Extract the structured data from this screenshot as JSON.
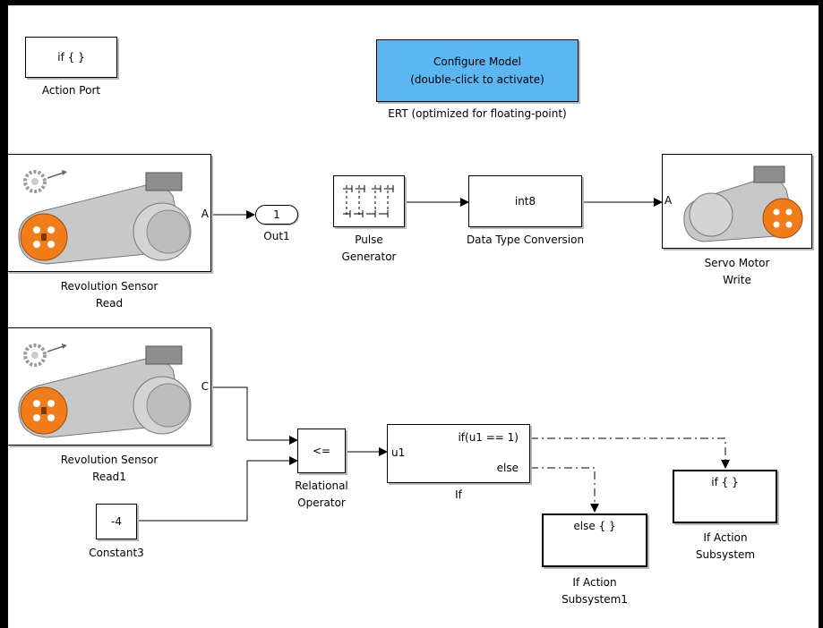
{
  "diagram": {
    "action_port": {
      "text": "if { }",
      "label": "Action Port"
    },
    "configure_model": {
      "line1": "Configure Model",
      "line2": "(double-click to activate)",
      "label": "ERT (optimized for floating-point)"
    },
    "revolution_sensor_read": {
      "port": "A",
      "label_line1": "Revolution Sensor",
      "label_line2": "Read"
    },
    "out1": {
      "value": "1",
      "label": "Out1"
    },
    "pulse_generator": {
      "label_line1": "Pulse",
      "label_line2": "Generator"
    },
    "data_type_conversion": {
      "text": "int8",
      "label": "Data Type Conversion"
    },
    "servo_motor_write": {
      "port": "A",
      "label_line1": "Servo Motor",
      "label_line2": "Write"
    },
    "revolution_sensor_read1": {
      "port": "C",
      "label_line1": "Revolution Sensor",
      "label_line2": "Read1"
    },
    "constant3": {
      "value": "-4",
      "label": "Constant3"
    },
    "relational_operator": {
      "text": "<=",
      "label_line1": "Relational",
      "label_line2": "Operator"
    },
    "if_block": {
      "input": "u1",
      "out1": "if(u1 == 1)",
      "out2": "else",
      "label": "If"
    },
    "if_action_subsystem": {
      "text": "if { }",
      "label_line1": "If Action",
      "label_line2": "Subsystem"
    },
    "if_action_subsystem1": {
      "text": "else { }",
      "label_line1": "If Action",
      "label_line2": "Subsystem1"
    }
  },
  "colors": {
    "configure_bg": "#5bb6f2",
    "motor_orange": "#f07d1a",
    "motor_grey": "#c9c9c9"
  }
}
